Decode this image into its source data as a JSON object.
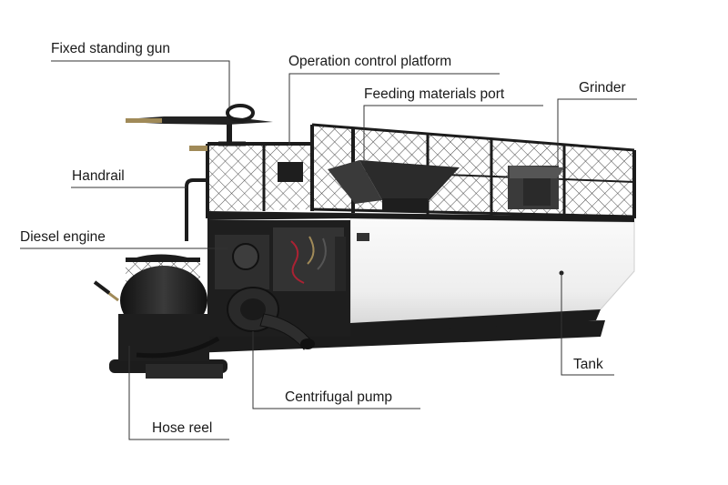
{
  "labels": {
    "fixed_standing_gun": "Fixed standing gun",
    "operation_control_platform": "Operation control platform",
    "feeding_materials_port": "Feeding materials port",
    "grinder": "Grinder",
    "handrail": "Handrail",
    "diesel_engine": "Diesel engine",
    "tank": "Tank",
    "centrifugal_pump": "Centrifugal pump",
    "hose_reel": "Hose reel"
  },
  "colors": {
    "tank_body": "#f4f4f4",
    "frame": "#1c1c1c",
    "leader_line": "#333333",
    "label_text": "#1a1a1a",
    "mesh": "#2a2a2a"
  }
}
